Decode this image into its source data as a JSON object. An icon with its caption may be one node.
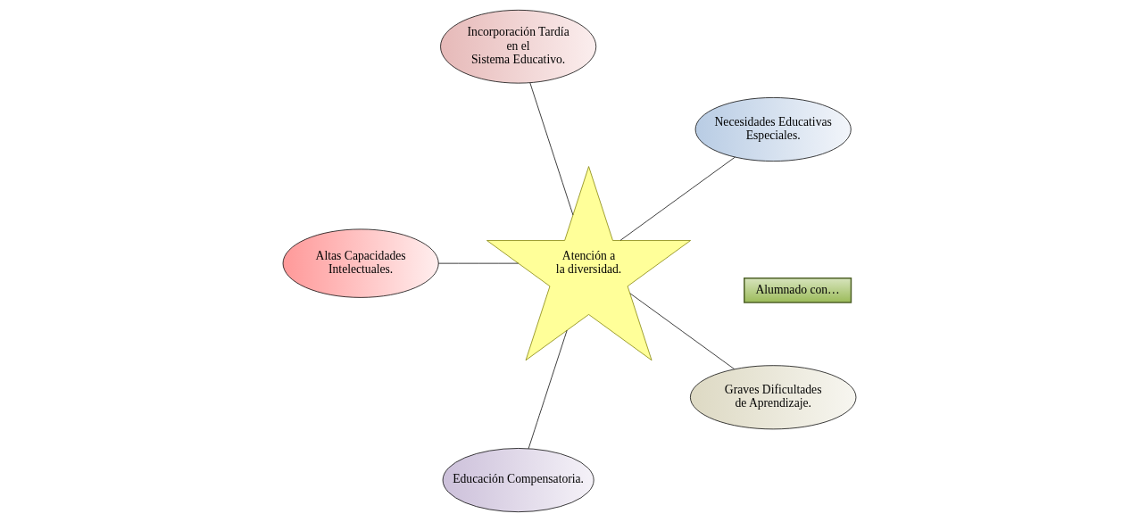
{
  "diagram": {
    "nodes": [
      {
        "text": [
          "Alumnado con…"
        ]
      },
      {
        "text": [
          "Necesidades Educativas Especiales."
        ]
      },
      {
        "text": [
          "Incorporación Tardía en el Sistema Educativo."
        ]
      },
      {
        "text": [
          "Altas Capacidades Intelectuales."
        ]
      },
      {
        "text": [
          "Atención a la diversidad."
        ]
      },
      {
        "text": [
          "Educación Compensatoria."
        ]
      },
      {
        "text": [
          "Graves Dificultades de Aprendizaje."
        ]
      }
    ],
    "edges": [
      {
        "from": 1,
        "to": 4,
        "arrow": "none"
      },
      {
        "from": 2,
        "to": 4,
        "arrow": "none"
      },
      {
        "from": 3,
        "to": 4,
        "arrow": "none"
      },
      {
        "from": 5,
        "to": 4,
        "arrow": "none"
      },
      {
        "from": 6,
        "to": 4,
        "arrow": "none"
      }
    ]
  }
}
